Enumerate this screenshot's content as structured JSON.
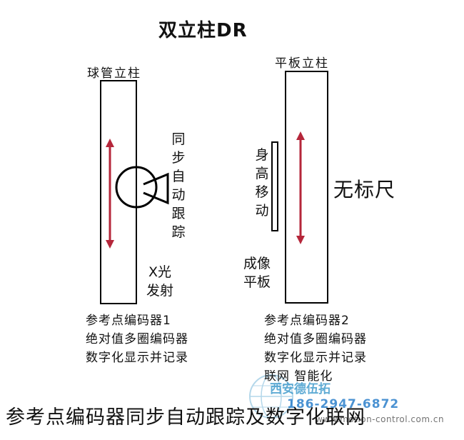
{
  "title": "双立柱DR",
  "left_column": {
    "label": "球管立柱",
    "sync_text": [
      "同",
      "步",
      "自",
      "动",
      "跟",
      "踪"
    ],
    "xray_text": [
      "X光",
      "发射"
    ],
    "description": [
      "参考点编码器1",
      "绝对值多圈编码器",
      "数字化显示并记录"
    ]
  },
  "right_column": {
    "label": "平板立柱",
    "height_text": [
      "身",
      "高",
      "移",
      "动"
    ],
    "imaging_text": [
      "成像",
      "平板"
    ],
    "no_ruler": "无标尺",
    "description": [
      "参考点编码器2",
      "绝对值多圈编码器",
      "数字化显示并记录",
      "联网 智能化"
    ]
  },
  "caption": "参考点编码器同步自动跟踪及数字化联网",
  "watermark": {
    "company": "西安德伍拓",
    "phone": "186-2947-6872",
    "url": "www.motion-control.com.cn"
  },
  "colors": {
    "arrow": "#b5263a",
    "line": "#000000",
    "watermark": "#2a8fc6"
  }
}
